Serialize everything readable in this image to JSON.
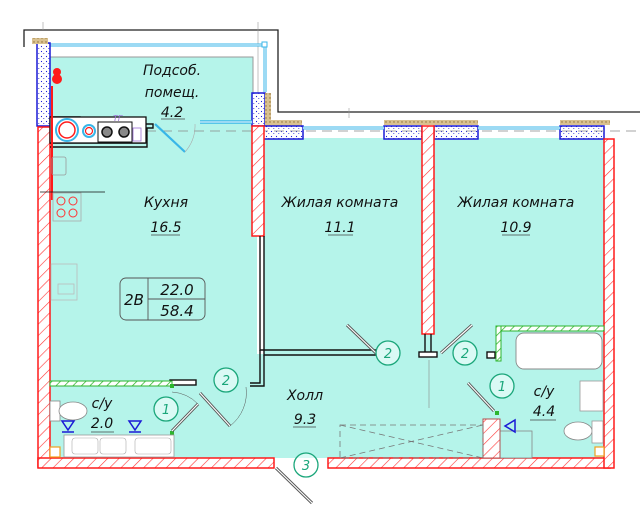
{
  "plan": {
    "apartment_type": "2В",
    "living_area": "22.0",
    "total_area": "58.4",
    "colors": {
      "floor": "#b5f4ea",
      "wall_hatch": "#ff1a1a",
      "partition_green": "#2db52d",
      "window_blue": "#38b6e8",
      "column_blue": "#1a1ad6",
      "insulation_tan": "#c9aa6b",
      "door_tag": "#1aa67a"
    },
    "rooms": [
      {
        "id": "utility",
        "name": "Подсоб.",
        "name2": "помещ.",
        "area": "4.2"
      },
      {
        "id": "kitchen",
        "name": "Кухня",
        "area": "16.5"
      },
      {
        "id": "living1",
        "name": "Жилая комната",
        "area": "11.1"
      },
      {
        "id": "living2",
        "name": "Жилая комната",
        "area": "10.9"
      },
      {
        "id": "hall",
        "name": "Холл",
        "area": "9.3"
      },
      {
        "id": "bath1",
        "name": "с/у",
        "area": "2.0"
      },
      {
        "id": "bath2",
        "name": "с/у",
        "area": "4.4"
      }
    ],
    "door_tags": [
      "1",
      "2",
      "2",
      "2",
      "1",
      "3"
    ],
    "riser_label": "ТГ"
  }
}
